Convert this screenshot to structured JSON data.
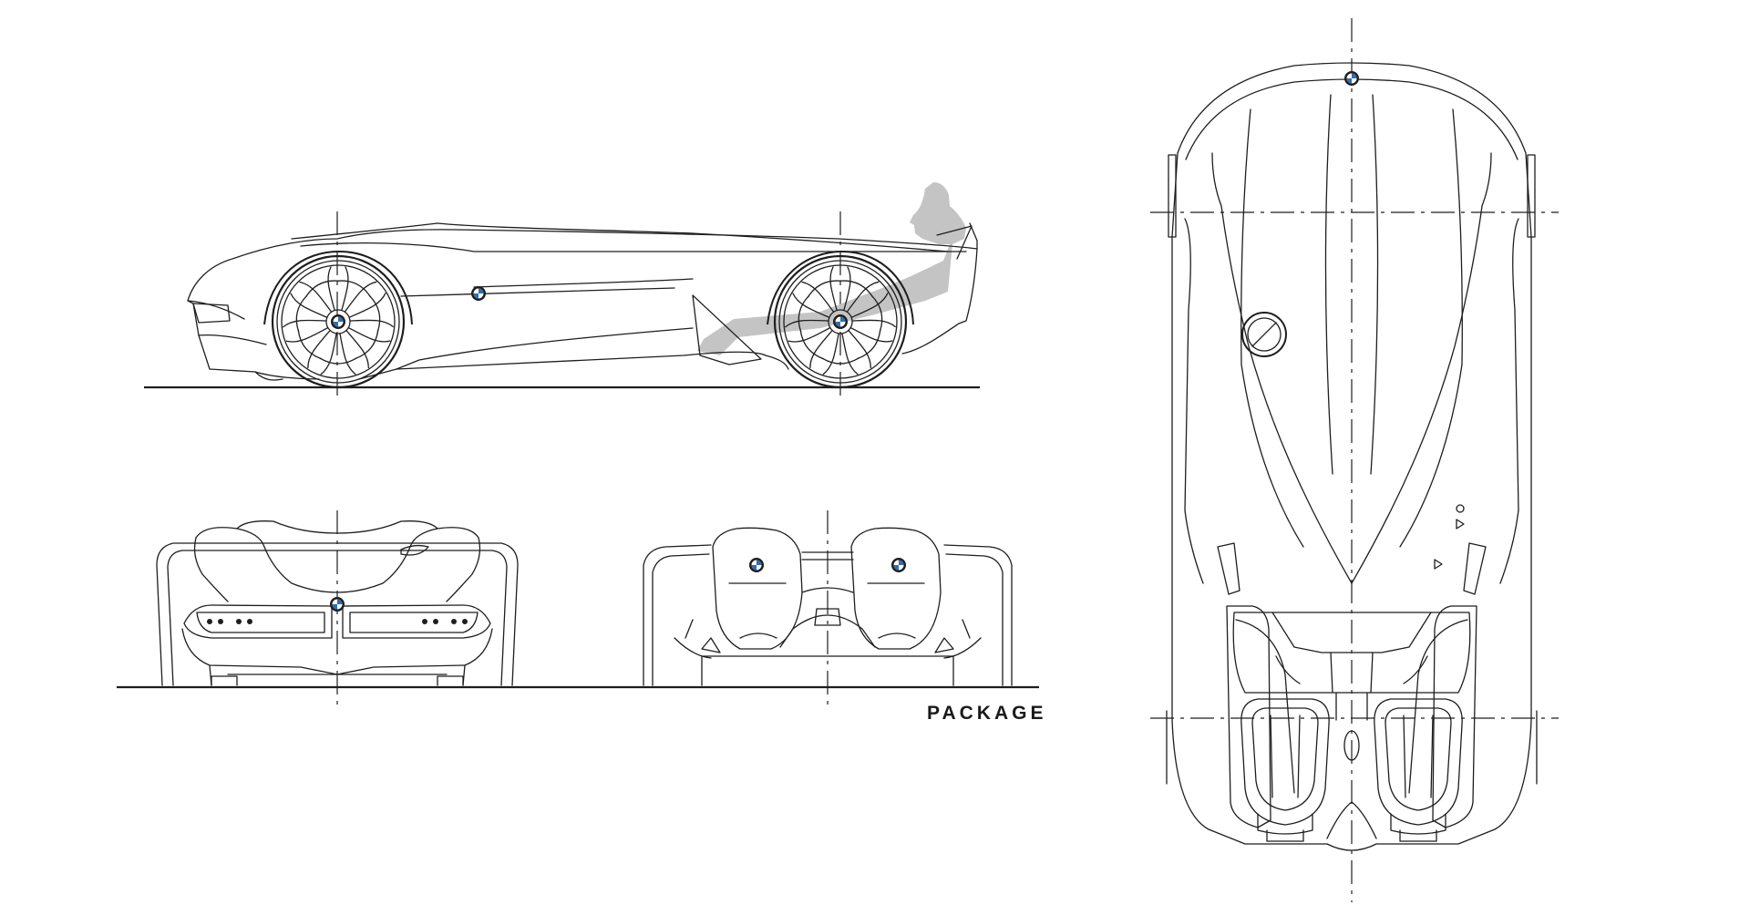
{
  "sheet": {
    "label": "PACKAGE"
  },
  "views": [
    {
      "name": "side-view"
    },
    {
      "name": "front-view"
    },
    {
      "name": "rear-view"
    },
    {
      "name": "top-view"
    }
  ],
  "colors": {
    "line": "#1e1e1e",
    "driver_silhouette": "#c4c4c4",
    "badge_blue": "#2f6fb0",
    "background": "#ffffff"
  }
}
